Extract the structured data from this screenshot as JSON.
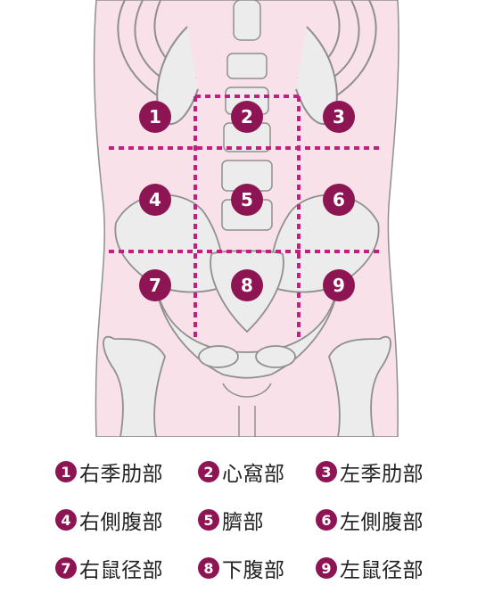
{
  "colors": {
    "skin": "#f9e1ea",
    "bone": "#ececec",
    "bone_stroke": "#8f8f8f",
    "accent": "#8e1553",
    "divider": "#c21f7e"
  },
  "regions": [
    {
      "number": "1",
      "name": "右季肋部"
    },
    {
      "number": "2",
      "name": "心窩部"
    },
    {
      "number": "3",
      "name": "左季肋部"
    },
    {
      "number": "4",
      "name": "右側腹部"
    },
    {
      "number": "5",
      "name": "臍部"
    },
    {
      "number": "6",
      "name": "左側腹部"
    },
    {
      "number": "7",
      "name": "右鼠径部"
    },
    {
      "number": "8",
      "name": "下腹部"
    },
    {
      "number": "9",
      "name": "左鼠径部"
    }
  ]
}
